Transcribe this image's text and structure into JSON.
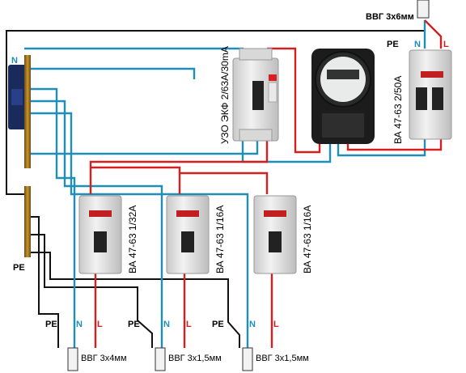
{
  "supply": {
    "cable": "ВВГ 3х6мм",
    "pe": "PE",
    "n": "N",
    "l": "L"
  },
  "busbars": {
    "n_label": "N",
    "pe_label": "PE"
  },
  "devices": {
    "rcd": "УЗО ЭКФ 2/63А/30mA",
    "main_breaker": "ВА 47-63 2/50А",
    "breaker1": "ВА 47-63 1/32А",
    "breaker2": "ВА 47-63 1/16А",
    "breaker3": "ВА 47-63 1/16А"
  },
  "circuits": [
    {
      "pe": "PE",
      "n": "N",
      "l": "L",
      "cable": "ВВГ 3х4мм"
    },
    {
      "pe": "PE",
      "n": "N",
      "l": "L",
      "cable": "ВВГ 3х1,5мм"
    },
    {
      "pe": "PE",
      "n": "N",
      "l": "L",
      "cable": "ВВГ 3х1,5мм"
    }
  ],
  "colors": {
    "neutral": "#1f8fb8",
    "phase": "#d42020",
    "earth": "#111111"
  }
}
